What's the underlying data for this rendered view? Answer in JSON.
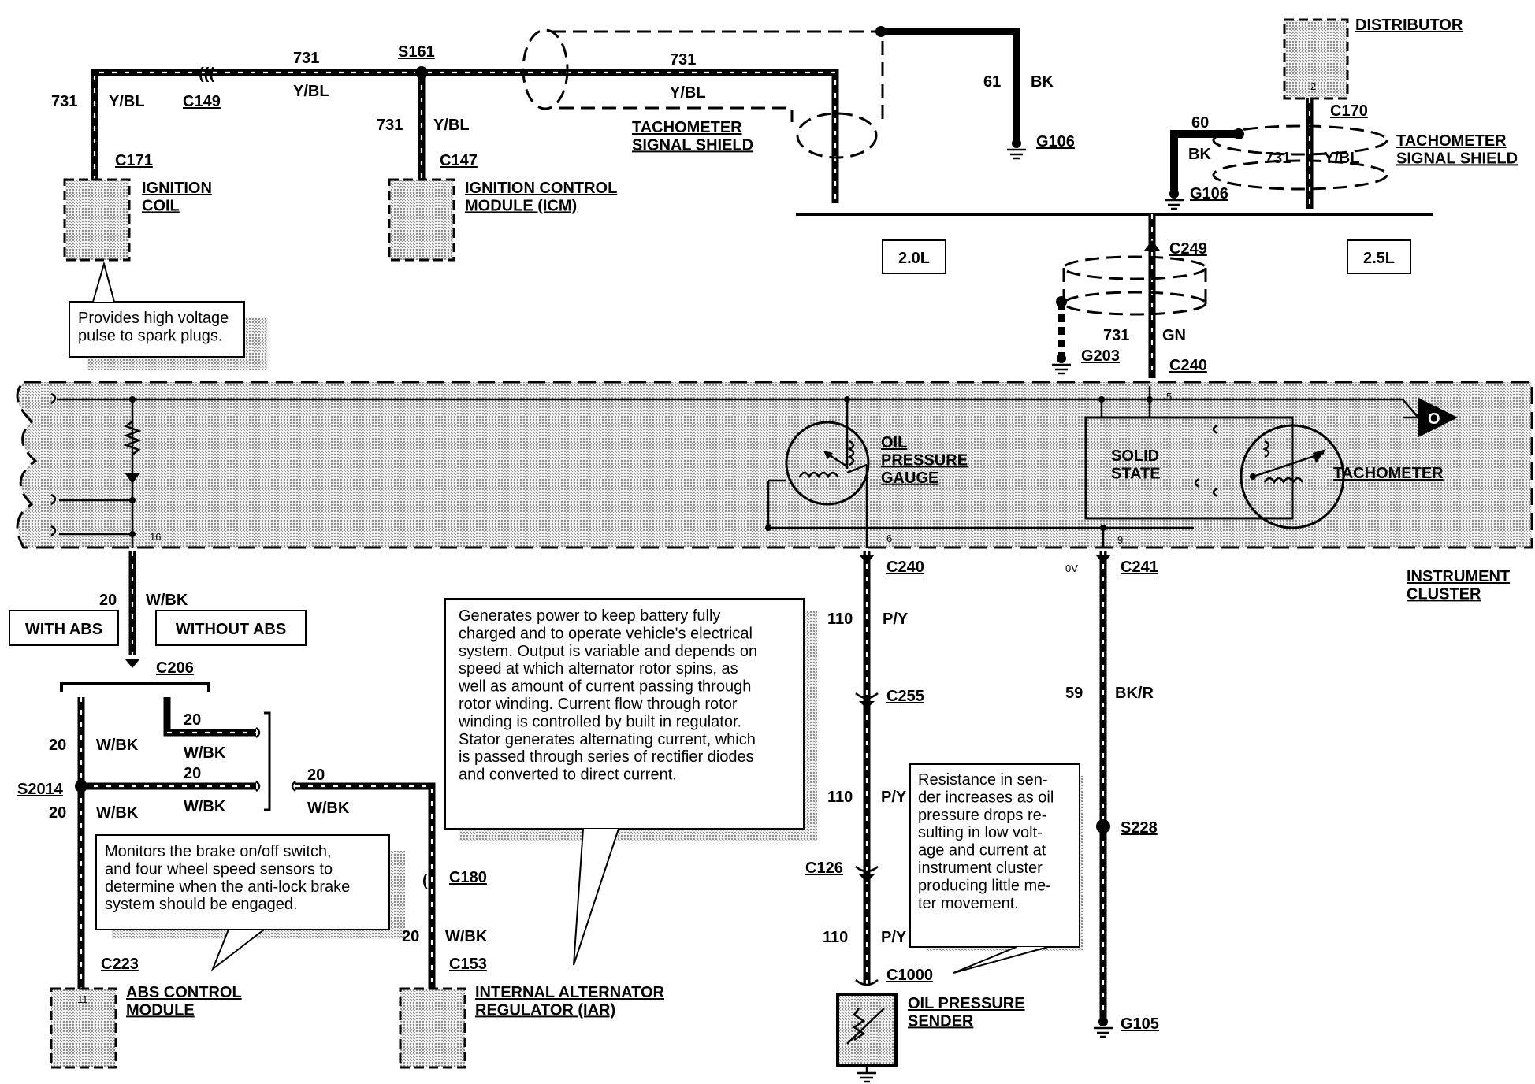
{
  "components": {
    "ignition_coil": "IGNITION\nCOIL",
    "icm": "IGNITION CONTROL\nMODULE (ICM)",
    "distributor": "DISTRIBUTOR",
    "tach_shield_left": "TACHOMETER\nSIGNAL SHIELD",
    "tach_shield_right": "TACHOMETER\nSIGNAL SHIELD",
    "instrument_cluster": "INSTRUMENT\nCLUSTER",
    "oil_pressure_gauge": "OIL\nPRESSURE\nGAUGE",
    "solid_state": "SOLID\nSTATE",
    "tachometer": "TACHOMETER",
    "abs_module": "ABS CONTROL\nMODULE",
    "iar": "INTERNAL ALTERNATOR\nREGULATOR (IAR)",
    "oil_pressure_sender": "OIL PRESSURE\nSENDER"
  },
  "connectors": {
    "c149": "C149",
    "s161": "S161",
    "c171": "C171",
    "c147": "C147",
    "c170": "C170",
    "g106a": "G106",
    "g106b": "G106",
    "c249": "C249",
    "g203": "G203",
    "c240_top": "C240",
    "c240_bottom": "C240",
    "c241": "C241",
    "c206": "C206",
    "s2014": "S2014",
    "c180": "C180",
    "c223": "C223",
    "c153": "C153",
    "c255": "C255",
    "c126": "C126",
    "c1000": "C1000",
    "s228": "S228",
    "g105": "G105"
  },
  "engine_options": {
    "left": "2.0L",
    "right": "2.5L"
  },
  "abs_options": {
    "with": "WITH ABS",
    "without": "WITHOUT ABS"
  },
  "wires": {
    "n731": "731",
    "ybl": "Y/BL",
    "n61": "61",
    "bk": "BK",
    "n60": "60",
    "gn": "GN",
    "n20": "20",
    "wbk": "W/BK",
    "n110": "110",
    "py": "P/Y",
    "n59": "59",
    "bkr": "BK/R",
    "ov": "0V"
  },
  "pins": {
    "p2": "2",
    "p5": "5",
    "p6": "6",
    "p9": "9",
    "p16": "16",
    "p11": "11",
    "p5b": "5"
  },
  "notes": {
    "coil": "Provides high voltage\npulse to spark plugs.",
    "abs": "Monitors the brake on/off switch,\nand four wheel speed sensors to\ndetermine when the anti-lock brake\nsystem should be engaged.",
    "alternator": "Generates power to keep battery fully\ncharged and to operate vehicle's electrical\nsystem.  Output is variable and depends on\nspeed at which alternator rotor spins, as\nwell as amount of current passing through\nrotor winding.  Current flow through rotor\nwinding is controlled by built in regulator.\nStator generates alternating current, which\nis passed through series of rectifier diodes\nand converted to direct current.",
    "sender": "Resistance in sen-\nder increases as oil\npressure drops re-\nsulting in low volt-\nage and current at\ninstrument cluster\nproducing little me-\nter movement."
  },
  "icons": {
    "output_arrow": "O"
  }
}
